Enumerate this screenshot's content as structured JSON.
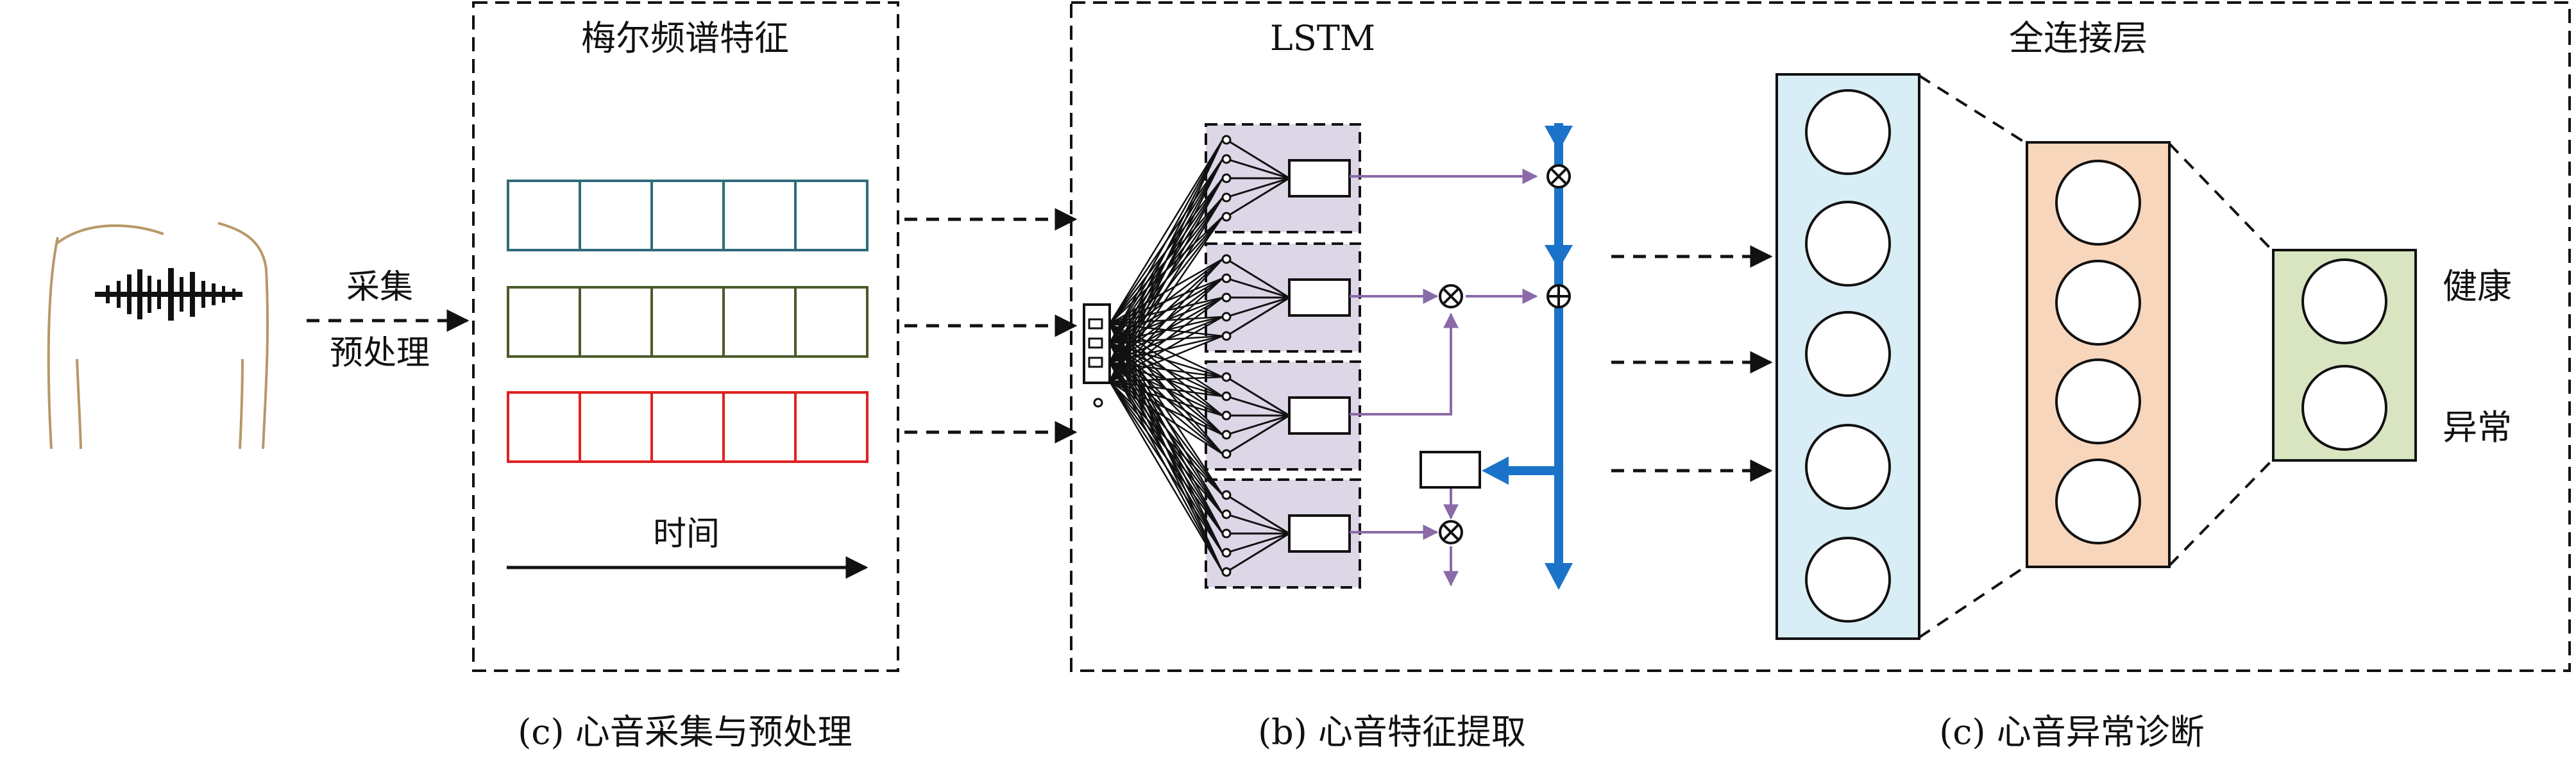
{
  "panel_a": {
    "title": "梅尔频谱特征",
    "acquire_label_line1": "采集",
    "acquire_label_line2": "预处理",
    "time_label": "时间",
    "caption": "(c) 心音采集与预处理",
    "row_colors": [
      "#2f6b7a",
      "#4a5a2a",
      "#e02020"
    ]
  },
  "panel_b": {
    "title": "LSTM",
    "caption": "(b) 心音特征提取",
    "cell_fill": "#ddd6e6",
    "arrow_color": "#8a6aa8",
    "stream_color": "#1a73c8"
  },
  "panel_c": {
    "title": "全连接层",
    "caption": "(c) 心音异常诊断",
    "output_labels": [
      "健康",
      "异常"
    ],
    "layer_colors": [
      "#d8edf5",
      "#f8d6bc",
      "#d8e5c0"
    ]
  }
}
